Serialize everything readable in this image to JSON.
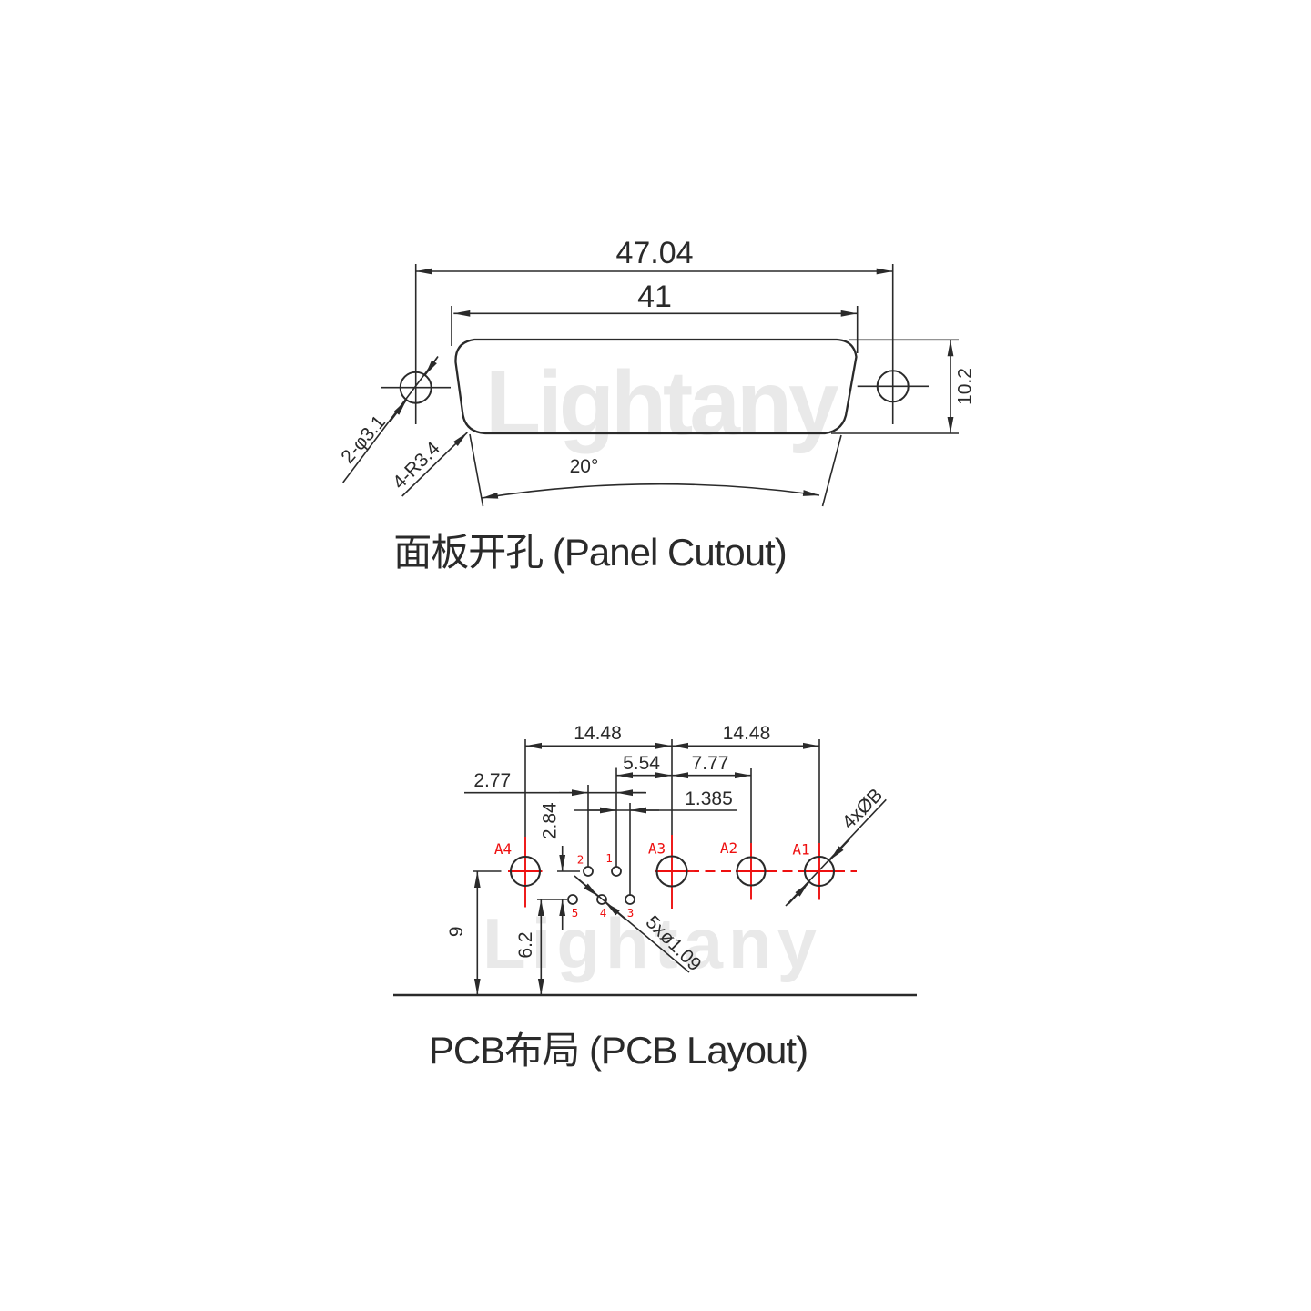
{
  "watermark": "Lightany",
  "colors": {
    "line": "#2a2a2a",
    "red": "#ee1010",
    "watermark": "#e9e9e9"
  },
  "panel_cutout": {
    "title": "面板开孔 (Panel Cutout)",
    "dim_overall_width": "47.04",
    "dim_inner_width": "41",
    "dim_height": "10.2",
    "dim_angle": "20°",
    "label_side_holes": "2-φ3.1",
    "label_corner_radius": "4-R3.4"
  },
  "pcb_layout": {
    "title": "PCB布局 (PCB Layout)",
    "dim_a4_to_a3": "14.48",
    "dim_a3_to_a1": "14.48",
    "dim_pin1_to_a3": "5.54",
    "dim_a3_to_a2": "7.77",
    "dim_pin_pitch": "2.77",
    "dim_row_stagger": "1.385",
    "dim_row_spacing": "2.84",
    "dim_a_row_to_edge": "9",
    "dim_pin_row_to_edge": "6.2",
    "label_signal_holes": "5xø1.09",
    "label_power_holes": "4xØB",
    "power_holes": [
      "A4",
      "A3",
      "A2",
      "A1"
    ],
    "signal_holes_top": [
      "2",
      "1"
    ],
    "signal_holes_bottom": [
      "5",
      "4",
      "3"
    ]
  }
}
